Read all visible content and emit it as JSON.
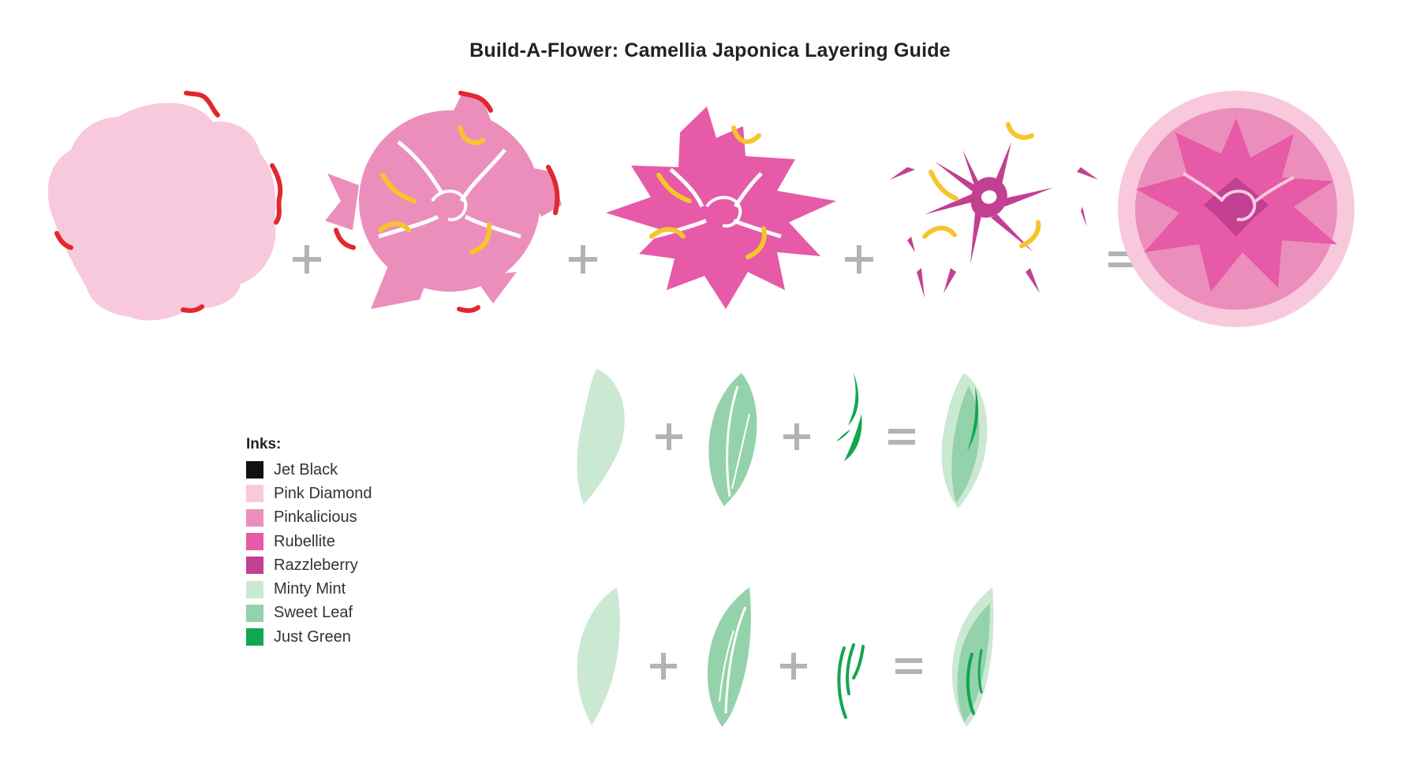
{
  "title": "Build-A-Flower: Camellia Japonica Layering Guide",
  "colors": {
    "pink_diamond": "#f8c9dc",
    "pinkalicious": "#ec8ebb",
    "rubellite": "#e65aa7",
    "razzleberry": "#c23f92",
    "minty_mint": "#cbe8d3",
    "sweet_leaf": "#93d2aa",
    "just_green": "#13a651",
    "guide_red": "#e2272d",
    "guide_yellow": "#f6c52c",
    "operator_gray": "#b3b3b3"
  },
  "legend": {
    "title": "Inks:",
    "items": [
      {
        "label": "Jet Black",
        "color": "#111111"
      },
      {
        "label": "Pink Diamond",
        "color": "#f8c9dc"
      },
      {
        "label": "Pinkalicious",
        "color": "#ec8ebb"
      },
      {
        "label": "Rubellite",
        "color": "#e65aa7"
      },
      {
        "label": "Razzleberry",
        "color": "#c23f92"
      },
      {
        "label": "Minty Mint",
        "color": "#cbe8d3"
      },
      {
        "label": "Sweet Leaf",
        "color": "#93d2aa"
      },
      {
        "label": "Just Green",
        "color": "#13a651"
      }
    ]
  }
}
